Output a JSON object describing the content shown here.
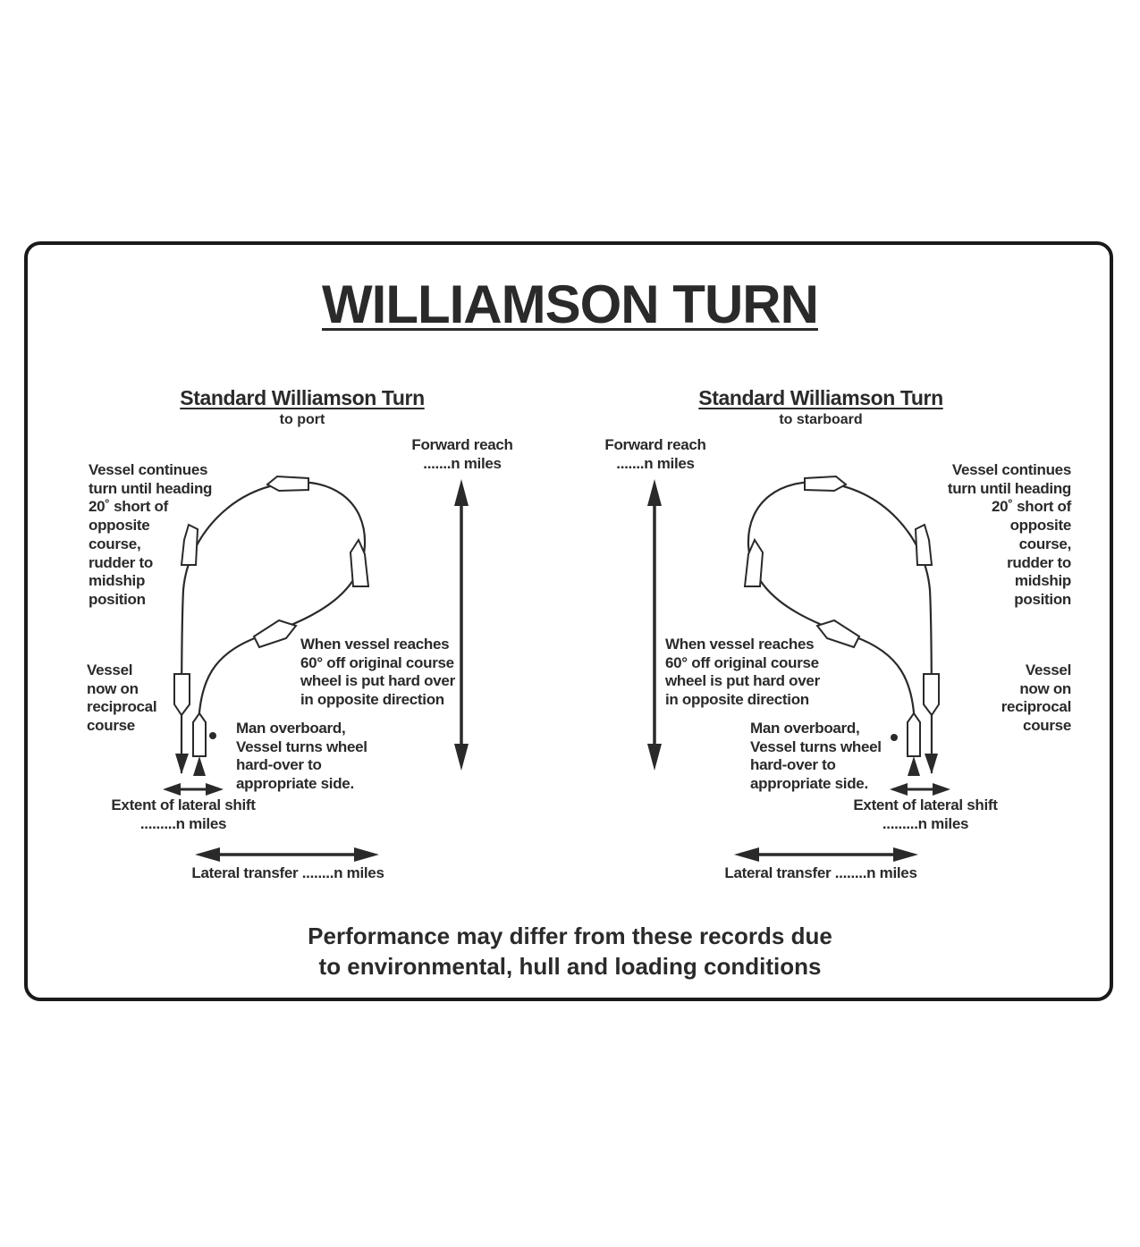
{
  "title": "WILLIAMSON TURN",
  "port": {
    "heading": "Standard Williamson Turn",
    "subheading": "to port",
    "vessel_continues": "Vessel continues\nturn until heading\n20˚ short of\nopposite\ncourse,\nrudder to\nmidship\nposition",
    "when_reaches": "When vessel reaches\n60° off original course\nwheel is put hard over\nin opposite direction",
    "reciprocal": "Vessel\nnow on\nreciprocal\ncourse",
    "man_overboard": "Man overboard,\nVessel turns wheel\nhard-over to\nappropriate side.",
    "lateral_shift": "Extent of lateral shift\n.........n miles",
    "lateral_transfer": "Lateral transfer ........n miles",
    "forward_reach": "Forward reach\n.......n miles"
  },
  "starboard": {
    "heading": "Standard Williamson Turn",
    "subheading": "to starboard",
    "vessel_continues": "Vessel continues\nturn until heading\n20˚ short of\nopposite\ncourse,\nrudder to\nmidship\nposition",
    "when_reaches": "When vessel reaches\n60° off original course\nwheel is put hard over\nin opposite direction",
    "reciprocal": "Vessel\nnow on\nreciprocal\ncourse",
    "man_overboard": "Man overboard,\nVessel turns wheel\nhard-over to\nappropriate side.",
    "lateral_shift": "Extent of lateral shift\n.........n miles",
    "lateral_transfer": "Lateral transfer ........n miles",
    "forward_reach": "Forward reach\n.......n miles"
  },
  "footer": "Performance may differ from these records due\nto environmental, hull and loading conditions",
  "colors": {
    "ink": "#2a2a2a",
    "border": "#1a1a1a",
    "background": "#ffffff"
  }
}
